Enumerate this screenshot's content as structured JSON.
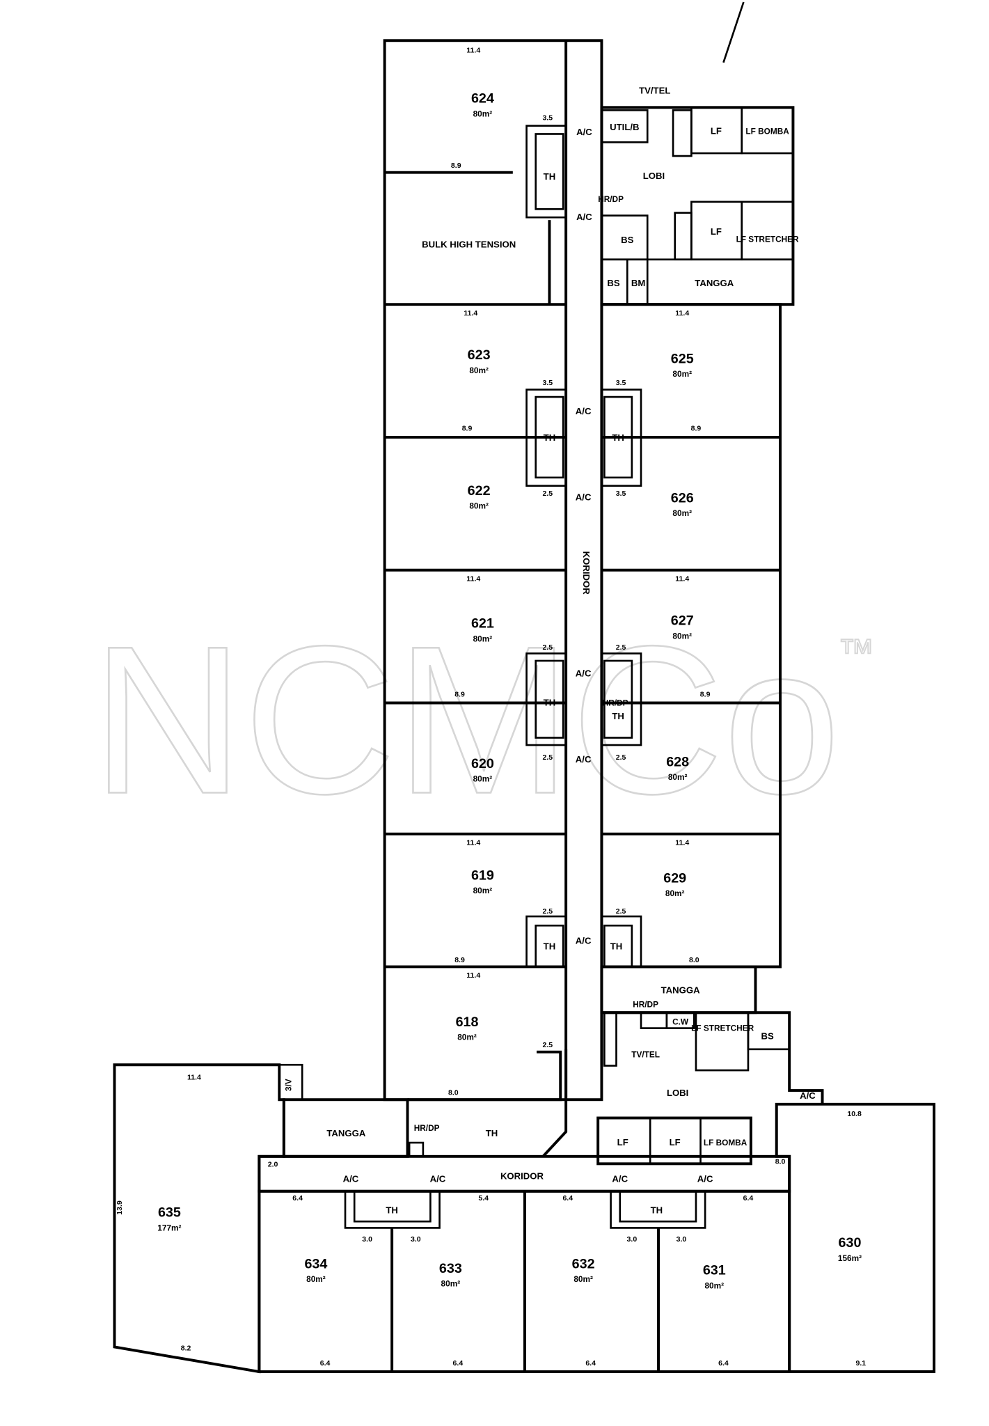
{
  "watermark": {
    "text": "NCMCo",
    "trademark": "™"
  },
  "rooms": [
    {
      "number": "624",
      "area": "80m²"
    },
    {
      "number": "623",
      "area": "80m²"
    },
    {
      "number": "622",
      "area": "80m²"
    },
    {
      "number": "621",
      "area": "80m²"
    },
    {
      "number": "620",
      "area": "80m²"
    },
    {
      "number": "619",
      "area": "80m²"
    },
    {
      "number": "618",
      "area": "80m²"
    },
    {
      "number": "625",
      "area": "80m²"
    },
    {
      "number": "626",
      "area": "80m²"
    },
    {
      "number": "627",
      "area": "80m²"
    },
    {
      "number": "628",
      "area": "80m²"
    },
    {
      "number": "629",
      "area": "80m²"
    },
    {
      "number": "635",
      "area": "177m²"
    },
    {
      "number": "634",
      "area": "80m²"
    },
    {
      "number": "633",
      "area": "80m²"
    },
    {
      "number": "632",
      "area": "80m²"
    },
    {
      "number": "631",
      "area": "80m²"
    },
    {
      "number": "630",
      "area": "156m²"
    }
  ],
  "labels": {
    "tv_tel": "TV/TEL",
    "util_b": "UTIL/B",
    "lf": "LF",
    "lf_bomba": "LF BOMBA",
    "lf_stretcher": "LF STRETCHER",
    "lobi": "LOBI",
    "hr_dp": "HR/DP",
    "bs": "BS",
    "bm": "BM",
    "tangga": "TANGGA",
    "bulk": "BULK HIGH TENSION",
    "th": "TH",
    "ac": "A/C",
    "koridor": "KORIDOR",
    "cw": "C.W",
    "sv": "3/V"
  },
  "dimensions": {
    "d114": "11.4",
    "d89": "8.9",
    "d35": "3.5",
    "d25": "2.5",
    "d30": "3.0",
    "d64": "6.4",
    "d91": "9.1",
    "d54": "5.4",
    "d20": "2.0",
    "d80": "8.0",
    "d108": "10.8",
    "d82": "8.2",
    "d139": "13.9"
  }
}
